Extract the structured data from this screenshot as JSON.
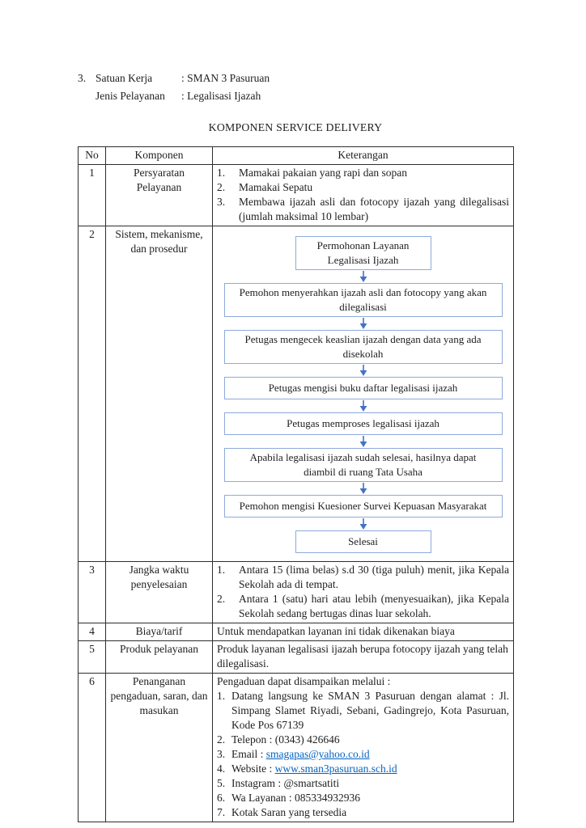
{
  "colors": {
    "flow_box_border": "#8eaadb",
    "flow_arrow": "#4472c4",
    "link": "#0563c1",
    "table_border": "#2d2d2d",
    "text": "#212121"
  },
  "header": {
    "item_number": "3.",
    "fields": [
      {
        "label": "Satuan Kerja",
        "value": ": SMAN 3 Pasuruan"
      },
      {
        "label": "Jenis Pelayanan",
        "value": ": Legalisasi Ijazah"
      }
    ]
  },
  "title": "KOMPONEN SERVICE DELIVERY",
  "table": {
    "headers": {
      "no": "No",
      "komponen": "Komponen",
      "keterangan": "Keterangan"
    },
    "rows": [
      {
        "no": "1",
        "komponen": "Persyaratan Pelayanan",
        "items": [
          {
            "n": "1.",
            "text": "Mamakai pakaian yang rapi dan sopan"
          },
          {
            "n": "2.",
            "text": "Mamakai Sepatu"
          },
          {
            "n": "3.",
            "text": "Membawa ijazah asli dan fotocopy ijazah yang dilegalisasi (jumlah maksimal 10 lembar)"
          }
        ]
      },
      {
        "no": "2",
        "komponen": "Sistem, mekanisme, dan prosedur"
      },
      {
        "no": "3",
        "komponen": "Jangka waktu penyelesaian",
        "items": [
          {
            "n": "1.",
            "text": "Antara 15 (lima belas) s.d 30 (tiga puluh) menit, jika Kepala Sekolah ada di tempat."
          },
          {
            "n": "2.",
            "text": "Antara 1 (satu) hari atau lebih (menyesuaikan), jika Kepala Sekolah sedang bertugas dinas luar sekolah."
          }
        ]
      },
      {
        "no": "4",
        "komponen": "Biaya/tarif",
        "text": "Untuk mendapatkan layanan ini tidak dikenakan biaya"
      },
      {
        "no": "5",
        "komponen": "Produk pelayanan",
        "text": "Produk layanan legalisasi ijazah berupa fotocopy ijazah yang telah dilegalisasi."
      },
      {
        "no": "6",
        "komponen": "Penanganan pengaduan, saran, dan masukan",
        "intro": "Pengaduan dapat disampaikan melalui :",
        "items": [
          {
            "n": "1.",
            "text": "Datang langsung ke SMAN 3 Pasuruan dengan alamat : Jl. Simpang Slamet Riyadi, Sebani, Gadingrejo, Kota Pasuruan, Kode Pos 67139"
          },
          {
            "n": "2.",
            "text": "Telepon : (0343) 426646"
          },
          {
            "n": "3.",
            "prefix": "Email : ",
            "link": "smagapas@yahoo.co.id"
          },
          {
            "n": "4.",
            "prefix": "Website : ",
            "link": "www.sman3pasuruan.sch.id"
          },
          {
            "n": "5.",
            "text": "Instagram : @smartsatiti"
          },
          {
            "n": "6.",
            "text": "Wa Layanan : 085334932936"
          },
          {
            "n": "7.",
            "text": "Kotak Saran yang tersedia"
          }
        ]
      }
    ]
  },
  "flowchart": {
    "steps": [
      {
        "label": "Permohonan Layanan Legalisasi Ijazah"
      },
      {
        "label": "Pemohon menyerahkan ijazah asli dan fotocopy yang akan dilegalisasi"
      },
      {
        "label": "Petugas mengecek keaslian ijazah dengan data yang ada disekolah"
      },
      {
        "label": "Petugas mengisi buku daftar legalisasi ijazah"
      },
      {
        "label": "Petugas memproses legalisasi ijazah"
      },
      {
        "label": "Apabila legalisasi ijazah sudah selesai, hasilnya dapat diambil di ruang Tata Usaha"
      },
      {
        "label": "Pemohon mengisi Kuesioner Survei Kepuasan Masyarakat"
      },
      {
        "label": "Selesai"
      }
    ]
  }
}
